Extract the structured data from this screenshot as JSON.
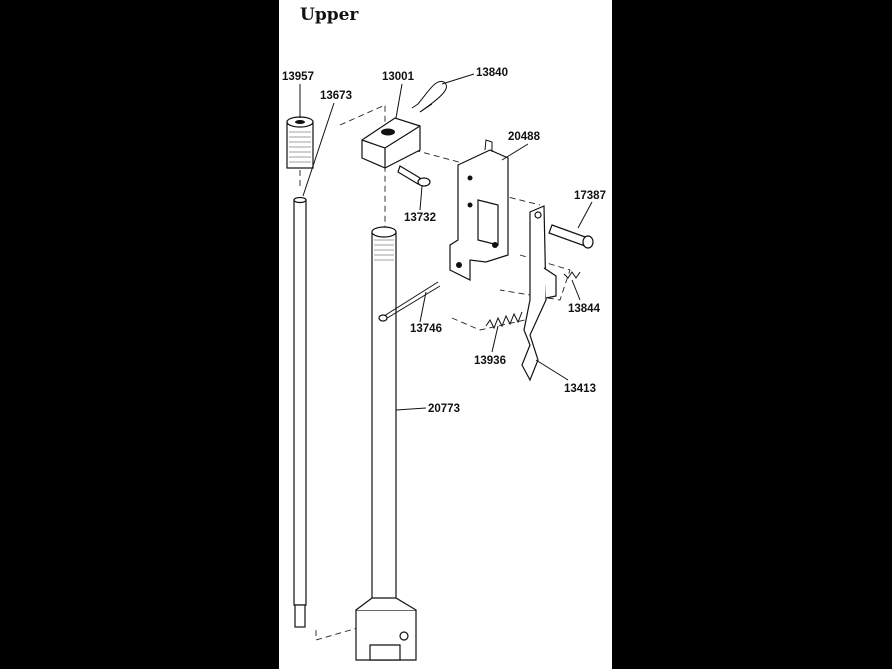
{
  "title": "Upper",
  "parts": [
    {
      "id": "p13957",
      "label": "13957",
      "name": "collar"
    },
    {
      "id": "p13673",
      "label": "13673",
      "name": "rod"
    },
    {
      "id": "p13001",
      "label": "13001",
      "name": "block"
    },
    {
      "id": "p13840",
      "label": "13840",
      "name": "hairpin-clip"
    },
    {
      "id": "p20488",
      "label": "20488",
      "name": "bracket"
    },
    {
      "id": "p13732",
      "label": "13732",
      "name": "screw"
    },
    {
      "id": "p17387",
      "label": "17387",
      "name": "pin"
    },
    {
      "id": "p13746",
      "label": "13746",
      "name": "cotter-pin"
    },
    {
      "id": "p13844",
      "label": "13844",
      "name": "small-spring"
    },
    {
      "id": "p13936",
      "label": "13936",
      "name": "spring"
    },
    {
      "id": "p13413",
      "label": "13413",
      "name": "lever"
    },
    {
      "id": "p20773",
      "label": "20773",
      "name": "shaft"
    }
  ],
  "colors": {
    "background": "#000000",
    "panel": "#ffffff",
    "ink": "#111111"
  }
}
